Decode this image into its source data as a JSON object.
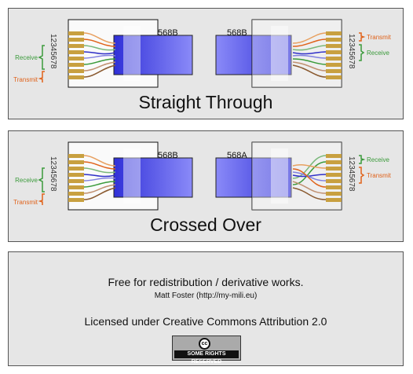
{
  "panels": [
    {
      "caption": "Straight Through",
      "left_plug": {
        "standard": "568B",
        "labels": {
          "receive": "Receive",
          "transmit": "Transmit"
        },
        "pin_numbers": "12345678"
      },
      "right_plug": {
        "standard": "568B",
        "labels": {
          "receive": "Receive",
          "transmit": "Transmit"
        },
        "pin_numbers": "12345678"
      }
    },
    {
      "caption": "Crossed Over",
      "left_plug": {
        "standard": "568B",
        "labels": {
          "receive": "Receive",
          "transmit": "Transmit"
        },
        "pin_numbers": "12345678"
      },
      "right_plug": {
        "standard": "568A",
        "labels": {
          "receive": "Receive",
          "transmit": "Transmit"
        },
        "pin_numbers": "12345678"
      }
    }
  ],
  "license": {
    "line1": "Free for redistribution / derivative works.",
    "line2": "Matt Foster  (http://my-mili.eu)",
    "line3": "Licensed under Creative Commons Attribution 2.0",
    "badge_symbol": "cc",
    "badge_text": "SOME RIGHTS RESERVED"
  },
  "colors": {
    "panel_bg": "#e6e6e6",
    "cable_blue": "#4a4ae0",
    "receive_green": "#3a9a3a",
    "transmit_orange": "#e0621a",
    "pin_gold": "#c8a040"
  }
}
